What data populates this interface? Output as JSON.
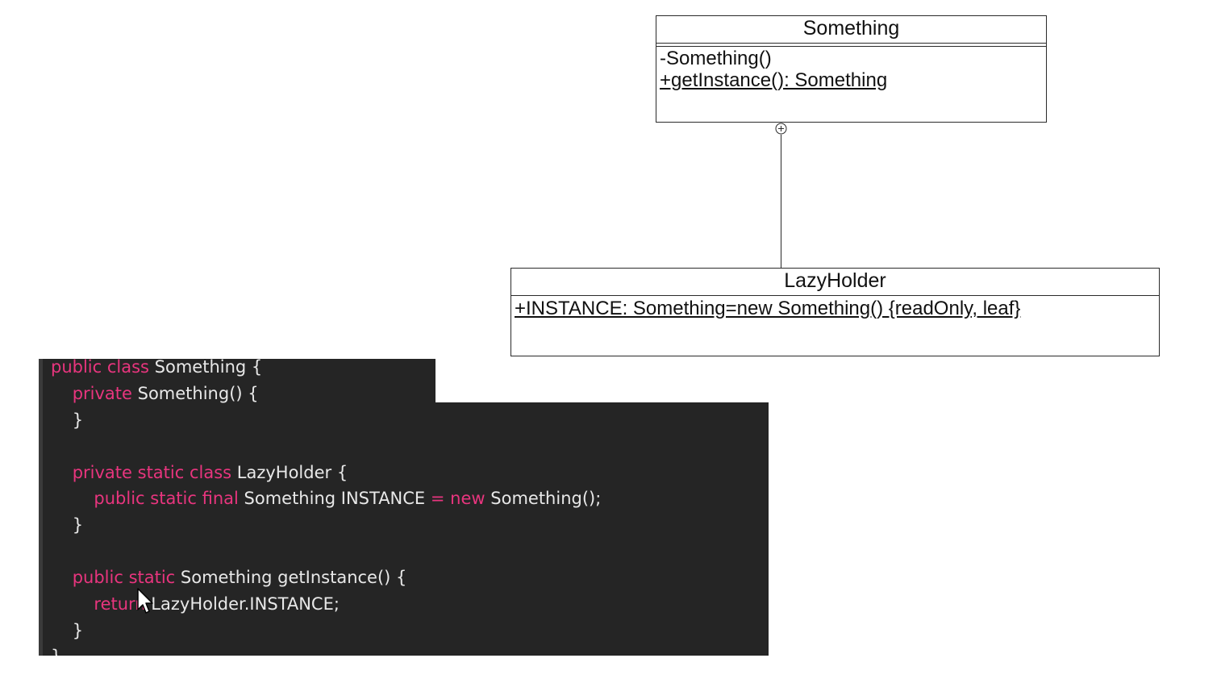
{
  "diagram": {
    "something_class": {
      "name": "Something",
      "operations": [
        "-Something()",
        "+getInstance(): Something"
      ]
    },
    "lazyholder_class": {
      "name": "LazyHolder",
      "attributes": [
        "+INSTANCE: Something=new Something() {readOnly, leaf}"
      ]
    }
  },
  "code": {
    "line1": {
      "kw": "public class",
      "rest": " Something {"
    },
    "line2": {
      "kw": "private",
      "rest": " Something() {"
    },
    "line3": "}",
    "line5": {
      "kw": "private static class",
      "rest": " LazyHolder {"
    },
    "line6": {
      "kw": "public static final",
      "mid": " Something INSTANCE ",
      "op": "=",
      "kw2": " new",
      "rest": " Something();"
    },
    "line7": "}",
    "line9": {
      "kw": "public static",
      "rest": " Something getInstance() {"
    },
    "line10": {
      "kw": "return",
      "rest": " LazyHolder.INSTANCE;"
    },
    "line11": "}",
    "line12": "}"
  },
  "colors": {
    "keyword": "#e8357e",
    "code_bg": "#252525",
    "code_text": "#e8e8e8"
  }
}
